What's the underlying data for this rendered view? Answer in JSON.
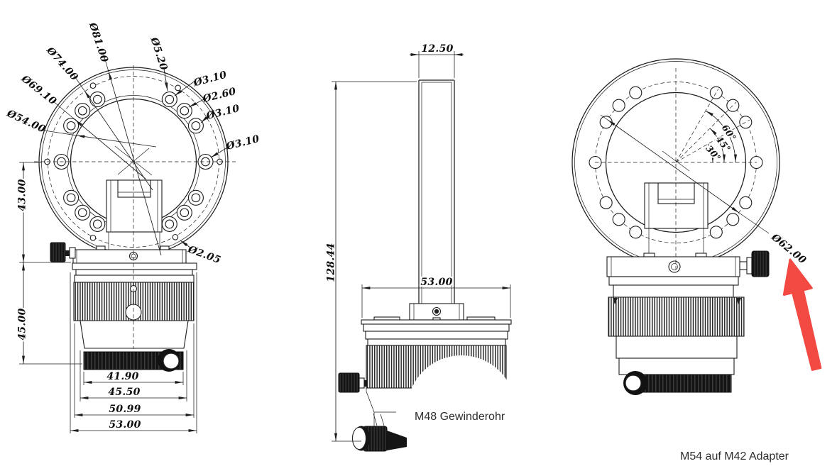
{
  "front_view": {
    "dims": {
      "d81": "Ø81.00",
      "d74": "Ø74.00",
      "d69": "Ø69.10",
      "d54": "Ø54.00",
      "d5_20": "Ø5.20",
      "d3_10_a": "Ø3.10",
      "d2_60": "Ø2.60",
      "d3_10_b": "Ø3.10",
      "d3_10_c": "Ø3.10",
      "d2_05": "Ø2.05",
      "h43": "43.00",
      "h45": "45.00",
      "w41_90": "41.90",
      "w45_50": "45.50",
      "w50_99": "50.99",
      "w53_00": "53.00"
    }
  },
  "side_view": {
    "dims": {
      "w12_50": "12.50",
      "h128_44": "128.44",
      "w53_00": "53.00"
    },
    "annotation": "M48 Gewinderohr"
  },
  "back_view": {
    "dims": {
      "a60": "60°",
      "a45": "45°",
      "a30": "30°",
      "d62": "Ø62.00"
    },
    "annotation": "M54 auf M42 Adapter"
  },
  "colors": {
    "line": "#1c1c1c",
    "annotation_arrow": "#f24a42"
  }
}
